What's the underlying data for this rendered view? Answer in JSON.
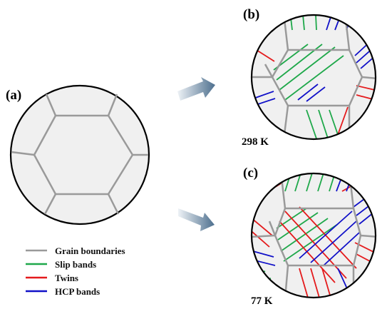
{
  "panels": {
    "a": {
      "label": "(a)"
    },
    "b": {
      "label": "(b)",
      "temperature": "298 K"
    },
    "c": {
      "label": "(c)",
      "temperature": "77 K"
    }
  },
  "legend": [
    {
      "key": "grain",
      "label": "Grain boundaries",
      "color": "#9a9a9a"
    },
    {
      "key": "slip",
      "label": "Slip bands",
      "color": "#1fa84a"
    },
    {
      "key": "twin",
      "label": "Twins",
      "color": "#e41a1c"
    },
    {
      "key": "hcp",
      "label": "HCP bands",
      "color": "#1010c8"
    }
  ],
  "colors": {
    "grain_fill": "#f0f0f0",
    "arrow_start": "#eef2f6",
    "arrow_end": "#4d6f8e"
  }
}
